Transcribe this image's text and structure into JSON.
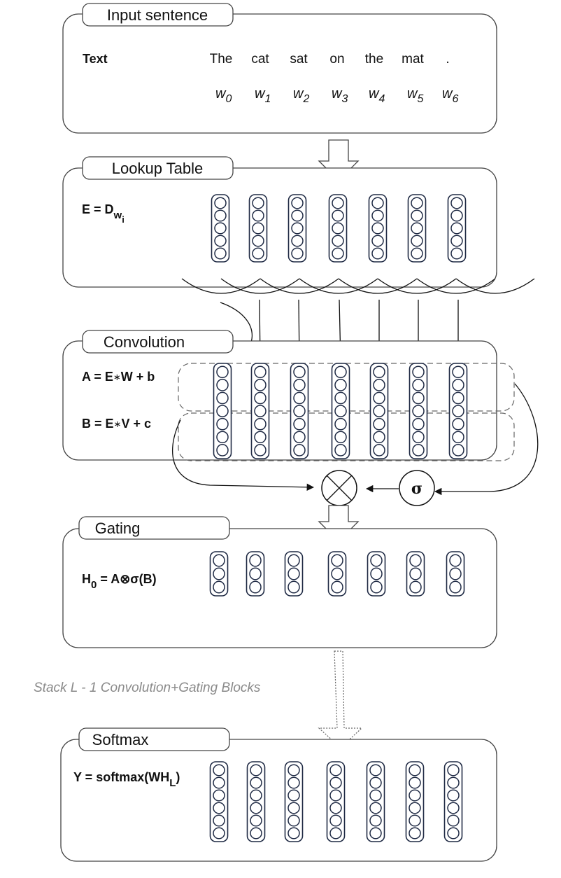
{
  "panels": {
    "input": {
      "title": "Input sentence",
      "label": "Text",
      "words": [
        "The",
        "cat",
        "sat",
        "on",
        "the",
        "mat",
        "."
      ],
      "word_vars": [
        "w",
        "w",
        "w",
        "w",
        "w",
        "w",
        "w"
      ],
      "word_subs": [
        "0",
        "1",
        "2",
        "3",
        "4",
        "5",
        "6"
      ]
    },
    "lookup": {
      "title": "Lookup Table",
      "eq_main": "E = D",
      "eq_sub": "w",
      "eq_subsub": "i"
    },
    "convolution": {
      "title": "Convolution",
      "eq_a_pre": "A = E",
      "eq_a_post": "W + b",
      "eq_b_pre": "B = E",
      "eq_b_post": "V + c",
      "conv_op": "∗"
    },
    "gating": {
      "title": "Gating",
      "eq_pre": "H",
      "eq_sub": "0",
      "eq_post": " = A⊗σ(B)",
      "sigma": "σ"
    },
    "stack_caption": "Stack L - 1 Convolution+Gating Blocks",
    "softmax": {
      "title": "Softmax",
      "eq_pre": "Y = softmax(WH",
      "eq_sub": "L",
      "eq_post": ")"
    }
  }
}
